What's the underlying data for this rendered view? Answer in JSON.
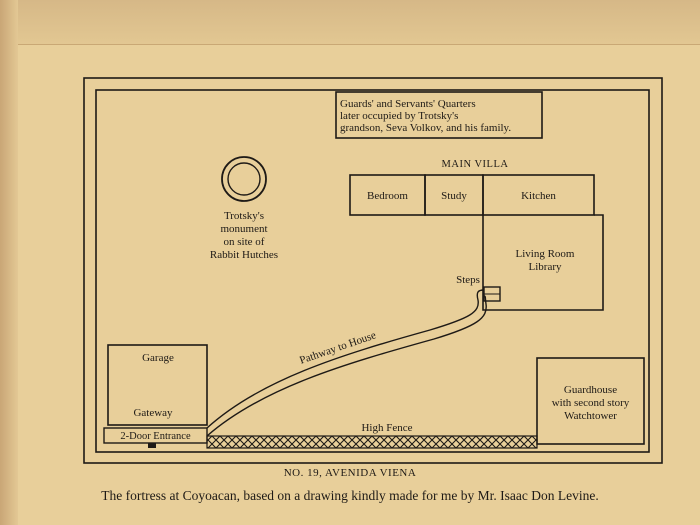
{
  "compound": {
    "guards_quarters": [
      "Guards' and Servants' Quarters",
      "later occupied by Trotsky's",
      "grandson, Seva Volkov, and his family."
    ],
    "main_villa_title": "MAIN VILLA",
    "rooms": {
      "bedroom": "Bedroom",
      "study": "Study",
      "kitchen": "Kitchen",
      "living_room": [
        "Living Room",
        "Library"
      ]
    },
    "monument": [
      "Trotsky's",
      "monument",
      "on site of",
      "Rabbit Hutches"
    ],
    "steps": "Steps",
    "pathway": "Pathway to House",
    "garage": "Garage",
    "gateway": "Gateway",
    "entrance": "2-Door Entrance",
    "high_fence": "High Fence",
    "guardhouse": [
      "Guardhouse",
      "with second story",
      "Watchtower"
    ]
  },
  "street": "NO. 19, AVENIDA VIENA",
  "caption": "The fortress at Coyoacan, based on a drawing kindly made for me by Mr. Isaac Don Levine.",
  "colors": {
    "paper": "#e8cf9a",
    "ink": "#1e1a16"
  }
}
